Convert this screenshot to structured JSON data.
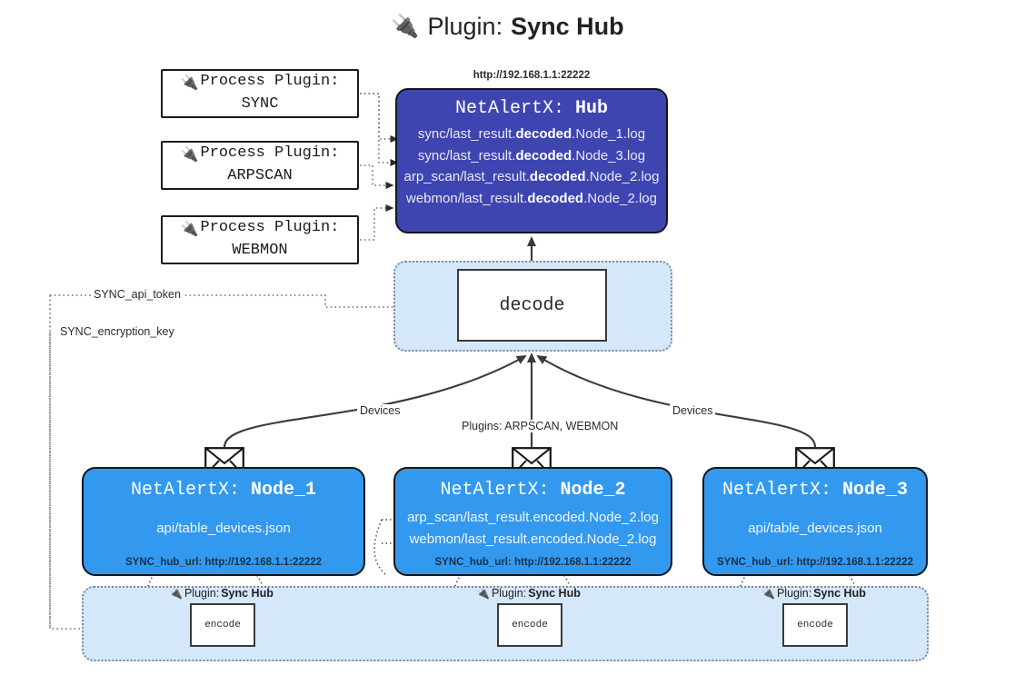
{
  "page": {
    "title_icon": "plug-icon",
    "title_prefix": "Plugin:",
    "title_name": "Sync Hub"
  },
  "process_plugins": [
    {
      "icon": "plug-icon",
      "label": "Process Plugin:",
      "name": "SYNC"
    },
    {
      "icon": "plug-icon",
      "label": "Process Plugin:",
      "name": "ARPSCAN"
    },
    {
      "icon": "plug-icon",
      "label": "Process Plugin:",
      "name": "WEBMON"
    }
  ],
  "hub": {
    "url": "http://192.168.1.1:22222",
    "title_prefix": "NetAlertX:",
    "title_name": "Hub",
    "files": [
      {
        "pre": "sync/last_result.",
        "mid": "decoded",
        "post": ".Node_1.log"
      },
      {
        "pre": "sync/last_result.",
        "mid": "decoded",
        "post": ".Node_3.log"
      },
      {
        "pre": "arp_scan/last_result.",
        "mid": "decoded",
        "post": ".Node_2.log"
      },
      {
        "pre": "webmon/last_result.",
        "mid": "decoded",
        "post": ".Node_2.log"
      }
    ]
  },
  "decode": {
    "label": "decode"
  },
  "secrets": [
    {
      "label": "SYNC_api_token"
    },
    {
      "label": "SYNC_encryption_key"
    }
  ],
  "edge_labels": {
    "devices_left": "Devices",
    "devices_right": "Devices",
    "plugins_center": "Plugins: ARPSCAN, WEBMON"
  },
  "nodes": [
    {
      "icon": "envelope-icon",
      "title_prefix": "NetAlertX:",
      "title_name": "Node_1",
      "lines": [
        "api/table_devices.json"
      ],
      "hub_url": "SYNC_hub_url: http://192.168.1.1:22222"
    },
    {
      "icon": "envelope-icon",
      "title_prefix": "NetAlertX:",
      "title_name": "Node_2",
      "lines": [
        "arp_scan/last_result.encoded.Node_2.log",
        "webmon/last_result.encoded.Node_2.log"
      ],
      "hub_url": "SYNC_hub_url: http://192.168.1.1:22222"
    },
    {
      "icon": "envelope-icon",
      "title_prefix": "NetAlertX:",
      "title_name": "Node_3",
      "lines": [
        "api/table_devices.json"
      ],
      "hub_url": "SYNC_hub_url: http://192.168.1.1:22222"
    }
  ],
  "encoders": [
    {
      "icon": "plug-icon",
      "caption_prefix": "Plugin:",
      "caption_name": "Sync Hub",
      "label": "encode"
    },
    {
      "icon": "plug-icon",
      "caption_prefix": "Plugin:",
      "caption_name": "Sync Hub",
      "label": "encode"
    },
    {
      "icon": "plug-icon",
      "caption_prefix": "Plugin:",
      "caption_name": "Sync Hub",
      "label": "encode"
    }
  ],
  "colors": {
    "hub_fill": "#3f45b0",
    "node_fill": "#3399ee",
    "zone_fill": "#d5e7fa",
    "stroke": "#15151a"
  }
}
